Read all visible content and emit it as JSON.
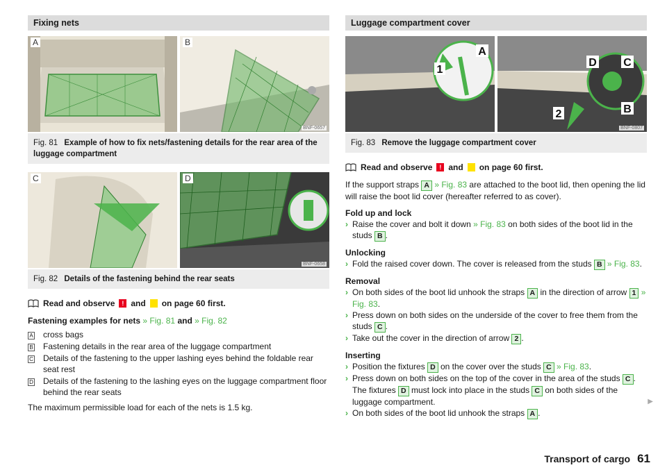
{
  "left": {
    "section_title": "Fixing nets",
    "fig81": {
      "photo_a_letter": "A",
      "photo_b_letter": "B",
      "code": "BNF-0657",
      "number": "Fig. 81",
      "title": "Example of how to fix nets/fastening details for the rear area of the luggage compartment"
    },
    "fig82": {
      "photo_c_letter": "C",
      "photo_d_letter": "D",
      "code": "BNF-0658",
      "number": "Fig. 82",
      "title": "Details of the fastening behind the rear seats"
    },
    "read_pre": "Read and observe",
    "read_and": "and",
    "read_post": "on page 60 first.",
    "examples_head": "Fastening examples for nets",
    "examples_ref1": "» Fig. 81",
    "examples_and": "and",
    "examples_ref2": "» Fig. 82",
    "legend": [
      {
        "key": "A",
        "text": "cross bags"
      },
      {
        "key": "B",
        "text": "Fastening details in the rear area of the luggage compartment"
      },
      {
        "key": "C",
        "text": "Details of the fastening to the upper lashing eyes behind the foldable rear seat rest"
      },
      {
        "key": "D",
        "text": "Details of the fastening to the lashing eyes on the luggage compartment floor behind the rear seats"
      }
    ],
    "max_load": "The maximum permissible load for each of the nets is 1.5 kg."
  },
  "right": {
    "section_title": "Luggage compartment cover",
    "fig83": {
      "code": "BNF-0807",
      "number": "Fig. 83",
      "title": "Remove the luggage compartment cover",
      "callouts": [
        "A",
        "1",
        "D",
        "C",
        "B",
        "2"
      ]
    },
    "read_pre": "Read and observe",
    "read_and": "and",
    "read_post": "on page 60 first.",
    "intro_a": "If the support straps",
    "intro_box": "A",
    "intro_ref": "» Fig. 83",
    "intro_b": "are attached to the boot lid, then opening the lid will raise the boot lid cover (hereafter referred to as cover).",
    "fold_head": "Fold up and lock",
    "fold_a": "Raise the cover and bolt it down",
    "fold_ref": "» Fig. 83",
    "fold_b": "on both sides of the boot lid in the studs",
    "fold_box": "B",
    "unlock_head": "Unlocking",
    "unlock_a": "Fold the raised cover down. The cover is released from the studs",
    "unlock_box": "B",
    "unlock_ref": "» Fig. 83",
    "removal_head": "Removal",
    "rem1_a": "On both sides of the boot lid unhook the straps",
    "rem1_box": "A",
    "rem1_b": "in the direction of arrow",
    "rem1_box2": "1",
    "rem1_ref": "» Fig. 83",
    "rem2_a": "Press down on both sides on the underside of the cover to free them from the studs",
    "rem2_box": "C",
    "rem3_a": "Take out the cover in the direction of arrow",
    "rem3_box": "2",
    "insert_head": "Inserting",
    "ins1_a": "Position the fixtures",
    "ins1_box": "D",
    "ins1_b": "on the cover over the studs",
    "ins1_box2": "C",
    "ins1_ref": "» Fig. 83",
    "ins2_a": "Press down on both sides on the top of the cover in the area of the studs",
    "ins2_box": "C",
    "ins2_b": "The fixtures",
    "ins2_box2": "D",
    "ins2_c": "must lock into place in the studs",
    "ins2_box3": "C",
    "ins2_d": "on both sides of the luggage compartment.",
    "ins3_a": "On both sides of the boot lid unhook the straps",
    "ins3_box": "A"
  },
  "footer": {
    "title": "Transport of cargo",
    "page": "61"
  },
  "colors": {
    "accent": "#4bb34b",
    "warning": "#e8001e",
    "caution": "#ffe200",
    "header_bg": "#dcdcdc"
  }
}
